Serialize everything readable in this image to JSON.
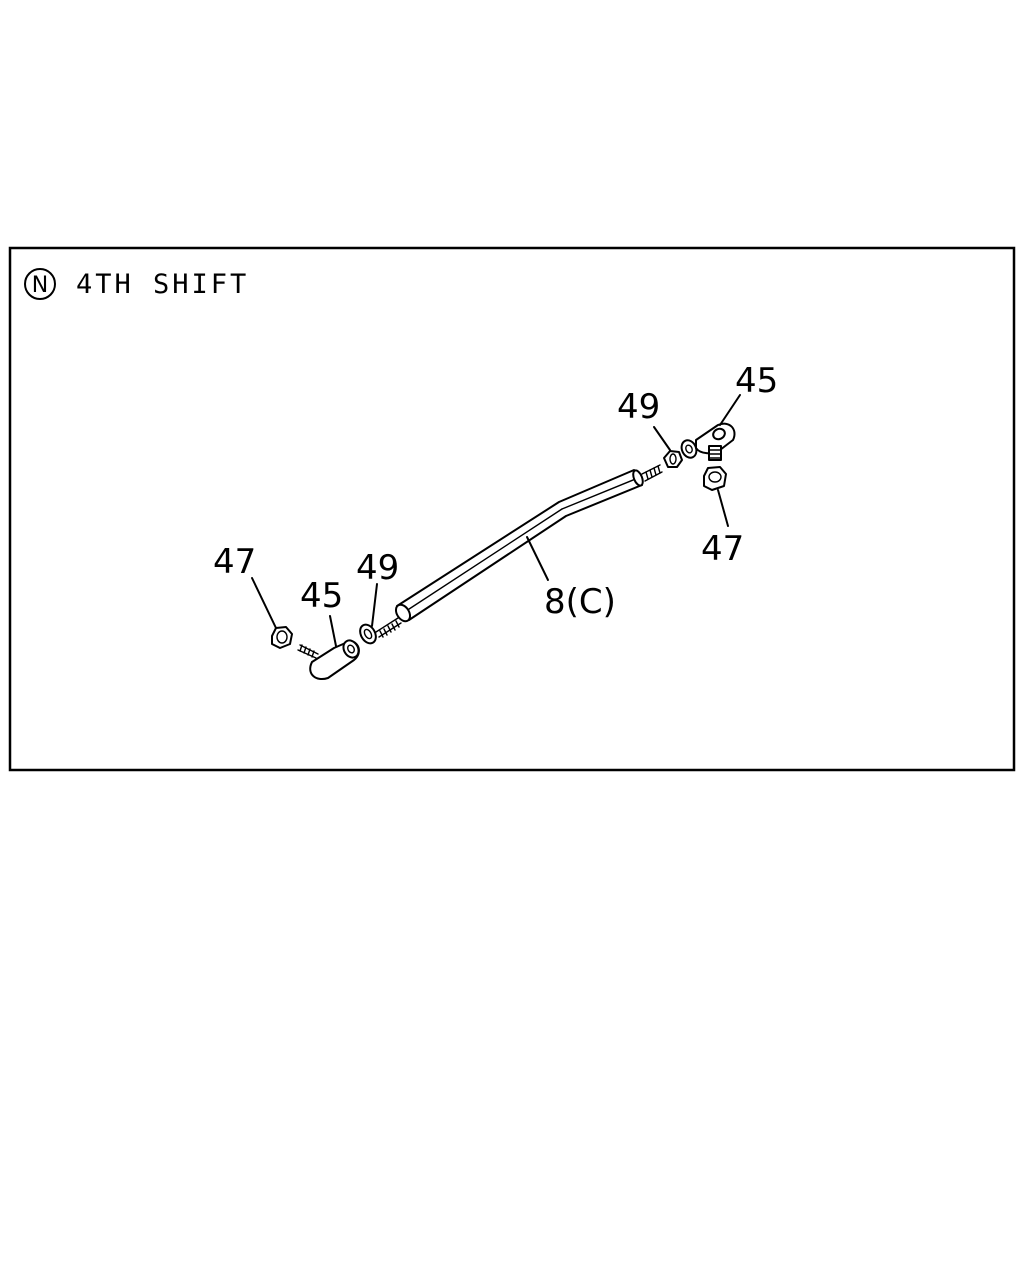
{
  "header": {
    "badge_letter": "N",
    "title": "4TH SHIFT"
  },
  "callouts": {
    "left_nut": "47",
    "left_ball_joint": "45",
    "left_lock_nut": "49",
    "rod": "8(C)",
    "right_lock_nut": "49",
    "right_ball_joint": "45",
    "right_nut": "47"
  }
}
